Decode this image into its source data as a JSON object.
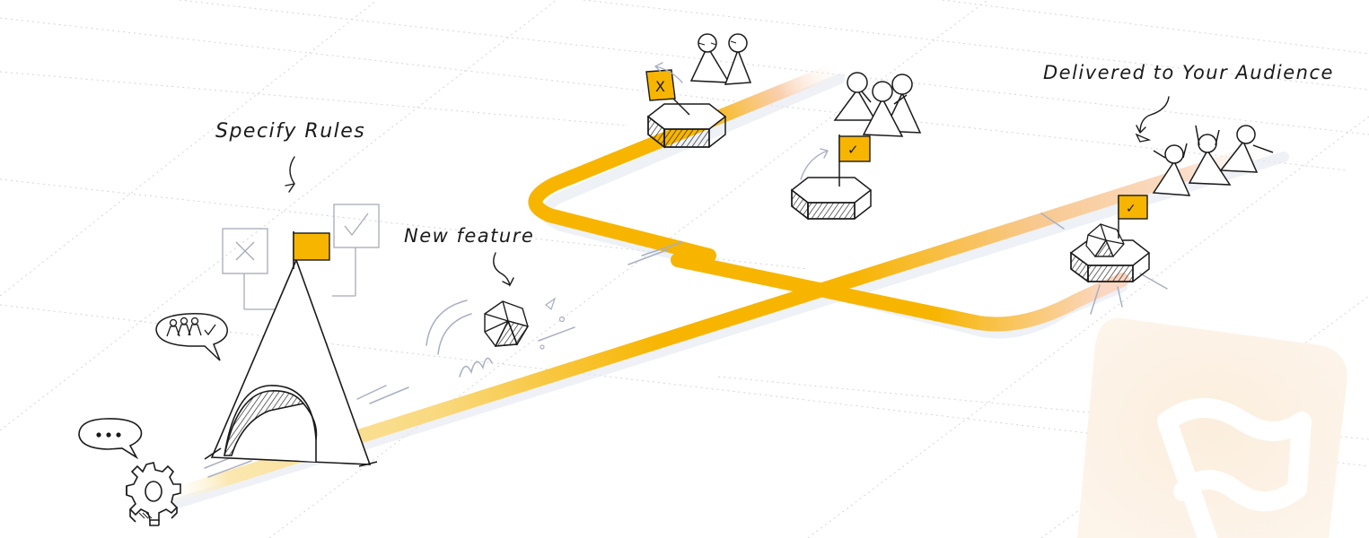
{
  "labels": {
    "specify_rules": "Specify Rules",
    "new_feature": "New feature",
    "delivered": "Delivered to Your Audience"
  },
  "colors": {
    "road": "#f7b500",
    "road_fade": "#f7c8a6",
    "flag": "#f7b500",
    "ink": "#1a1a1a",
    "grid": "#cfcfcf",
    "watermark": "#fbeedd"
  },
  "icons": {
    "gear": "gear-icon",
    "speech_dots": "speech-bubble-dots-icon",
    "speech_people": "speech-bubble-people-icon",
    "tent": "tent-gateway-icon",
    "flag": "flag-icon",
    "checkbox_x": "checkbox-x-icon",
    "checkbox_check": "checkbox-check-icon",
    "feature_polyhedron": "polyhedron-feature-icon",
    "hexagon_platform": "hexagon-platform-icon",
    "people": "stick-people-icon",
    "watermark": "flag-logo-watermark"
  },
  "flags": {
    "rules": "",
    "rejected": "X",
    "approved": "✓",
    "delivered": "✓"
  }
}
